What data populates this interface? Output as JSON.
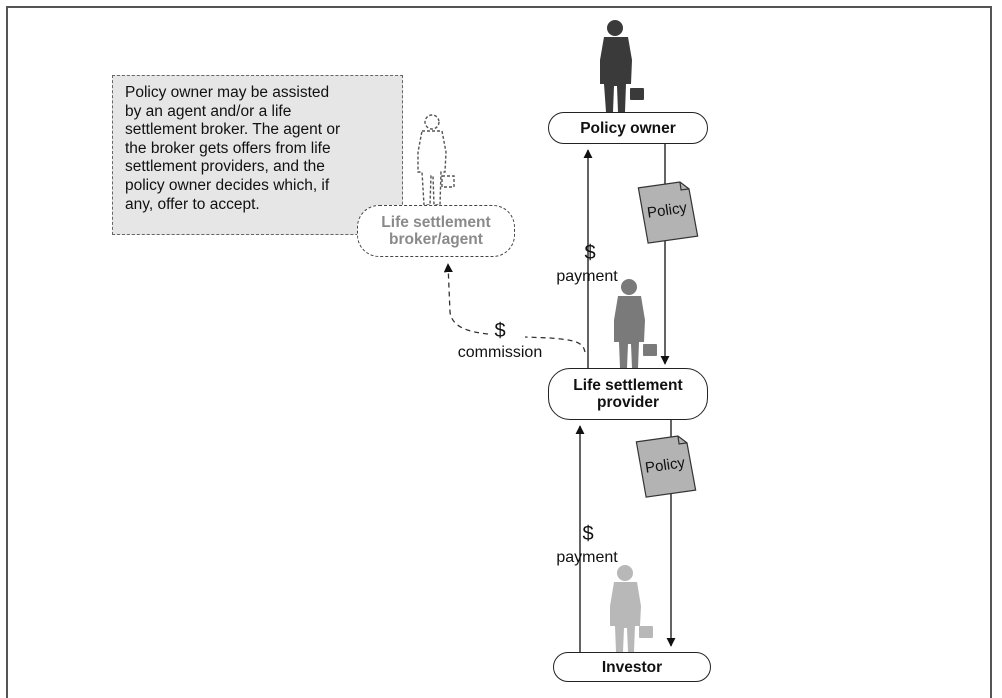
{
  "note": {
    "text": "Policy owner may be assisted\nby an agent and/or a life\nsettlement broker. The agent or\nthe broker gets offers from life\nsettlement providers, and the\npolicy owner decides which, if\nany, offer to accept."
  },
  "nodes": {
    "policy_owner": "Policy owner",
    "broker": "Life settlement\nbroker/agent",
    "provider": "Life settlement\nprovider",
    "investor": "Investor"
  },
  "documents": {
    "policy_top": "Policy",
    "policy_bottom": "Policy"
  },
  "labels": {
    "payment_top_symbol": "$",
    "payment_top_text": "payment",
    "commission_symbol": "$",
    "commission_text": "commission",
    "payment_bottom_symbol": "$",
    "payment_bottom_text": "payment"
  },
  "colors": {
    "owner_figure": "#3a3a3a",
    "provider_figure": "#7a7a7a",
    "investor_figure": "#b8b8b8",
    "document_fill": "#b3b3b3",
    "note_fill": "#e6e6e6"
  },
  "icons": {
    "owner": "person-with-briefcase-icon",
    "broker": "person-outline-icon",
    "provider": "person-with-briefcase-icon",
    "investor": "person-with-briefcase-icon",
    "policy": "document-icon"
  }
}
